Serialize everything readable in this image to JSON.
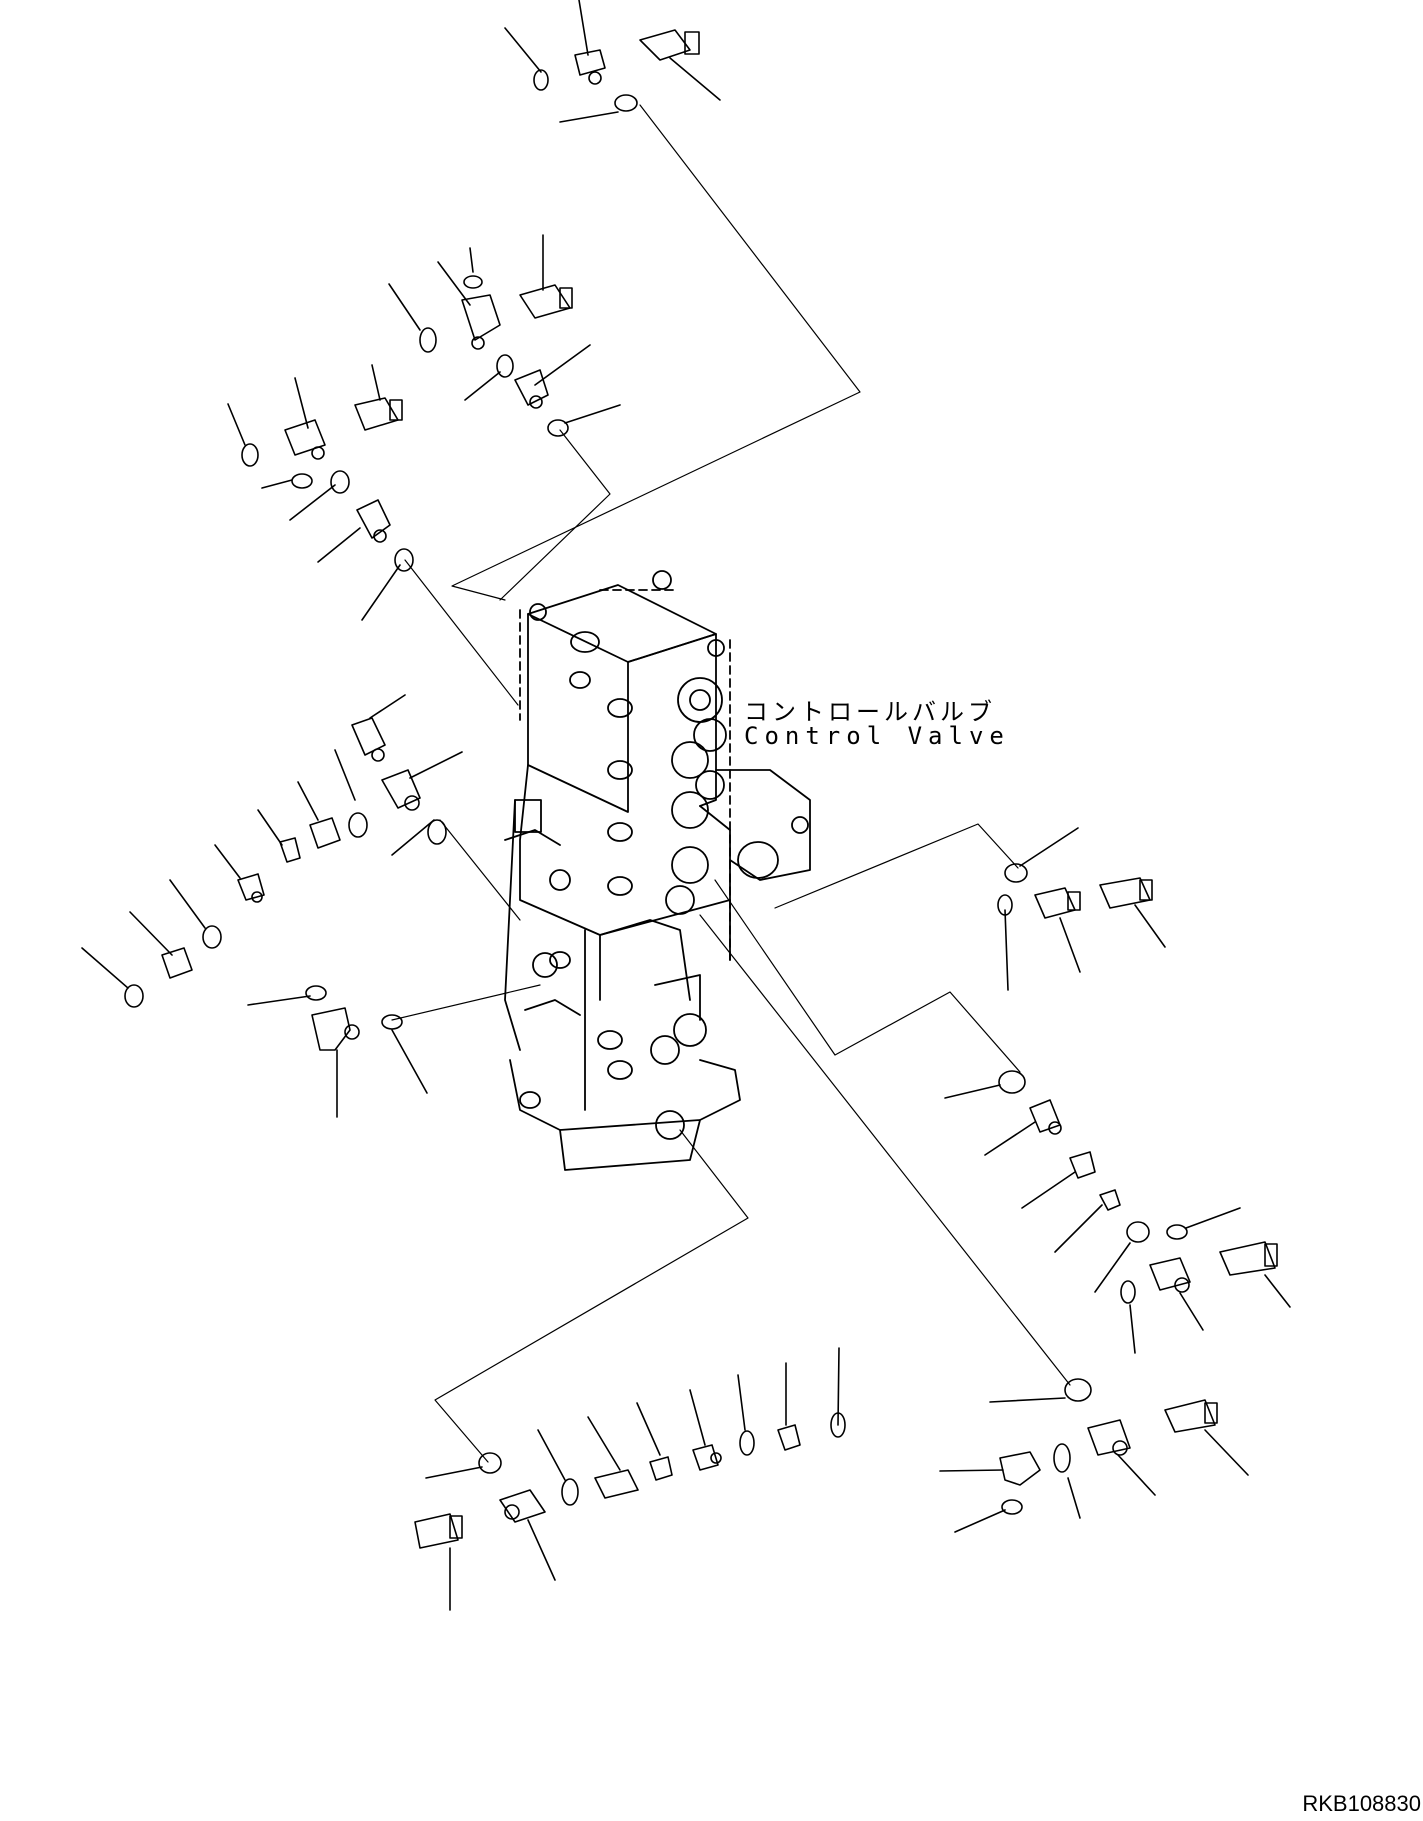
{
  "labels": {
    "component_jp": "コントロールバルブ",
    "component_en": "Control Valve"
  },
  "drawing_id": "RKB108830"
}
